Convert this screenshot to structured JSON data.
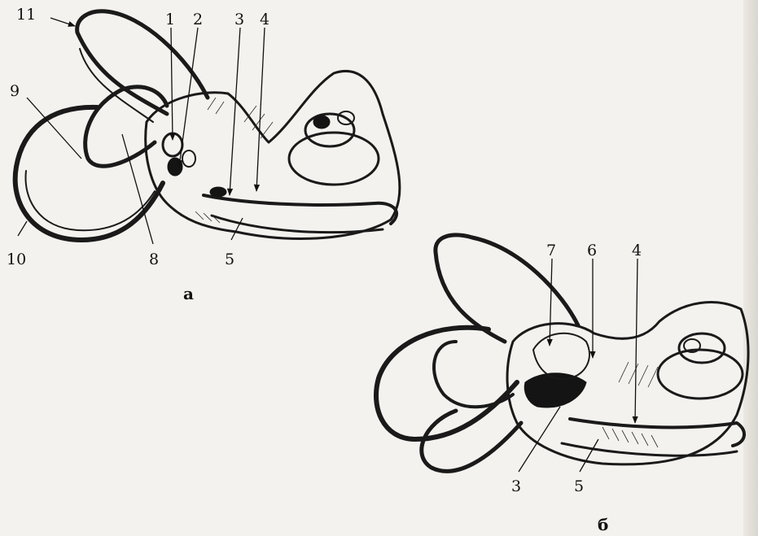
{
  "figure_a": {
    "caption": "а",
    "labels": [
      "1",
      "2",
      "3",
      "4",
      "5",
      "8",
      "9",
      "10",
      "11"
    ]
  },
  "figure_b": {
    "caption": "б",
    "labels": [
      "7",
      "6",
      "4",
      "3",
      "5"
    ]
  },
  "colors": {
    "ink": "#1a1a1a",
    "paper": "#f4f2ee"
  }
}
